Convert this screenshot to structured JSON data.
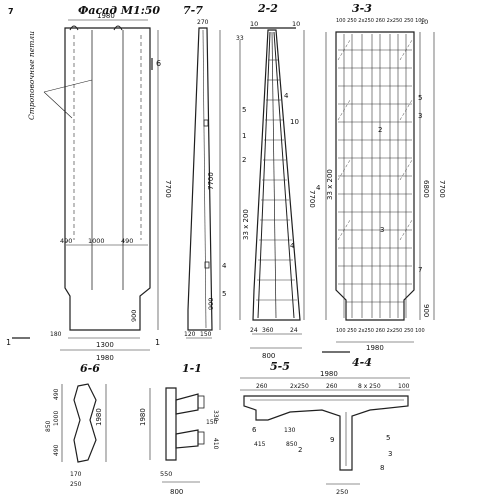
{
  "views": {
    "facade": {
      "title": "Фасад M1:50",
      "stroke_label": "Строповочные петли",
      "dims": {
        "top": "1980",
        "mid_left": "490",
        "mid_center": "1000",
        "mid_right": "490",
        "height": "7700",
        "bottom_h": "900",
        "b1": "180",
        "b2": "1300",
        "b3": "1980"
      },
      "marks": {
        "m7": "7",
        "m6": "6",
        "m1a": "1",
        "m1b": "1"
      }
    },
    "s77": {
      "title": "7-7",
      "dims": {
        "top": "270",
        "h": "7700",
        "h2": "900",
        "b1": "120",
        "b2": "150"
      },
      "marks": {
        "m4": "4",
        "m5": "5"
      }
    },
    "s22": {
      "title": "2-2",
      "dims": {
        "top": "33",
        "h1": "33 x 200",
        "h2": "7700",
        "b1": "360",
        "b2": "800",
        "g1": "24",
        "g2": "24"
      },
      "marks": {
        "m10a": "10",
        "m10b": "10",
        "m10c": "10",
        "m4": "4",
        "m5": "5",
        "m1": "1",
        "m2": "2",
        "m4b": "4"
      }
    },
    "s33": {
      "title": "3-3",
      "dims": {
        "top": "100 250 2х250 260 2х250 250 100",
        "h1": "33 x 200",
        "h2": "6800",
        "h3": "7700",
        "h4": "900",
        "b1": "100 250 2х250 260 2х250 250 100",
        "b2": "1980"
      },
      "marks": {
        "m4": "4",
        "m3": "3",
        "m3b": "3",
        "m5": "5",
        "m7": "7",
        "m10": "10",
        "m2": "2"
      }
    },
    "s66": {
      "title": "6-6",
      "dims": {
        "w": "1980",
        "a": "490",
        "b": "1000",
        "c": "490",
        "d": "850",
        "e": "170",
        "f": "250"
      }
    },
    "s11": {
      "title": "1-1",
      "dims": {
        "w": "1980",
        "h1": "330",
        "h2": "410",
        "b1": "800",
        "b2": "550",
        "g": "150"
      }
    },
    "s55": {
      "title": "5-5",
      "dims": {
        "top": "1980",
        "a": "260",
        "b": "2х250",
        "c": "260",
        "d": "8 х 250",
        "e": "100",
        "f": "415",
        "g": "130",
        "h": "850",
        "j": "250"
      },
      "marks": {
        "m6": "6",
        "m2": "2",
        "m9": "9",
        "m5": "5",
        "m3": "3",
        "m8": "8"
      }
    },
    "s44": {
      "title": "4-4"
    }
  }
}
